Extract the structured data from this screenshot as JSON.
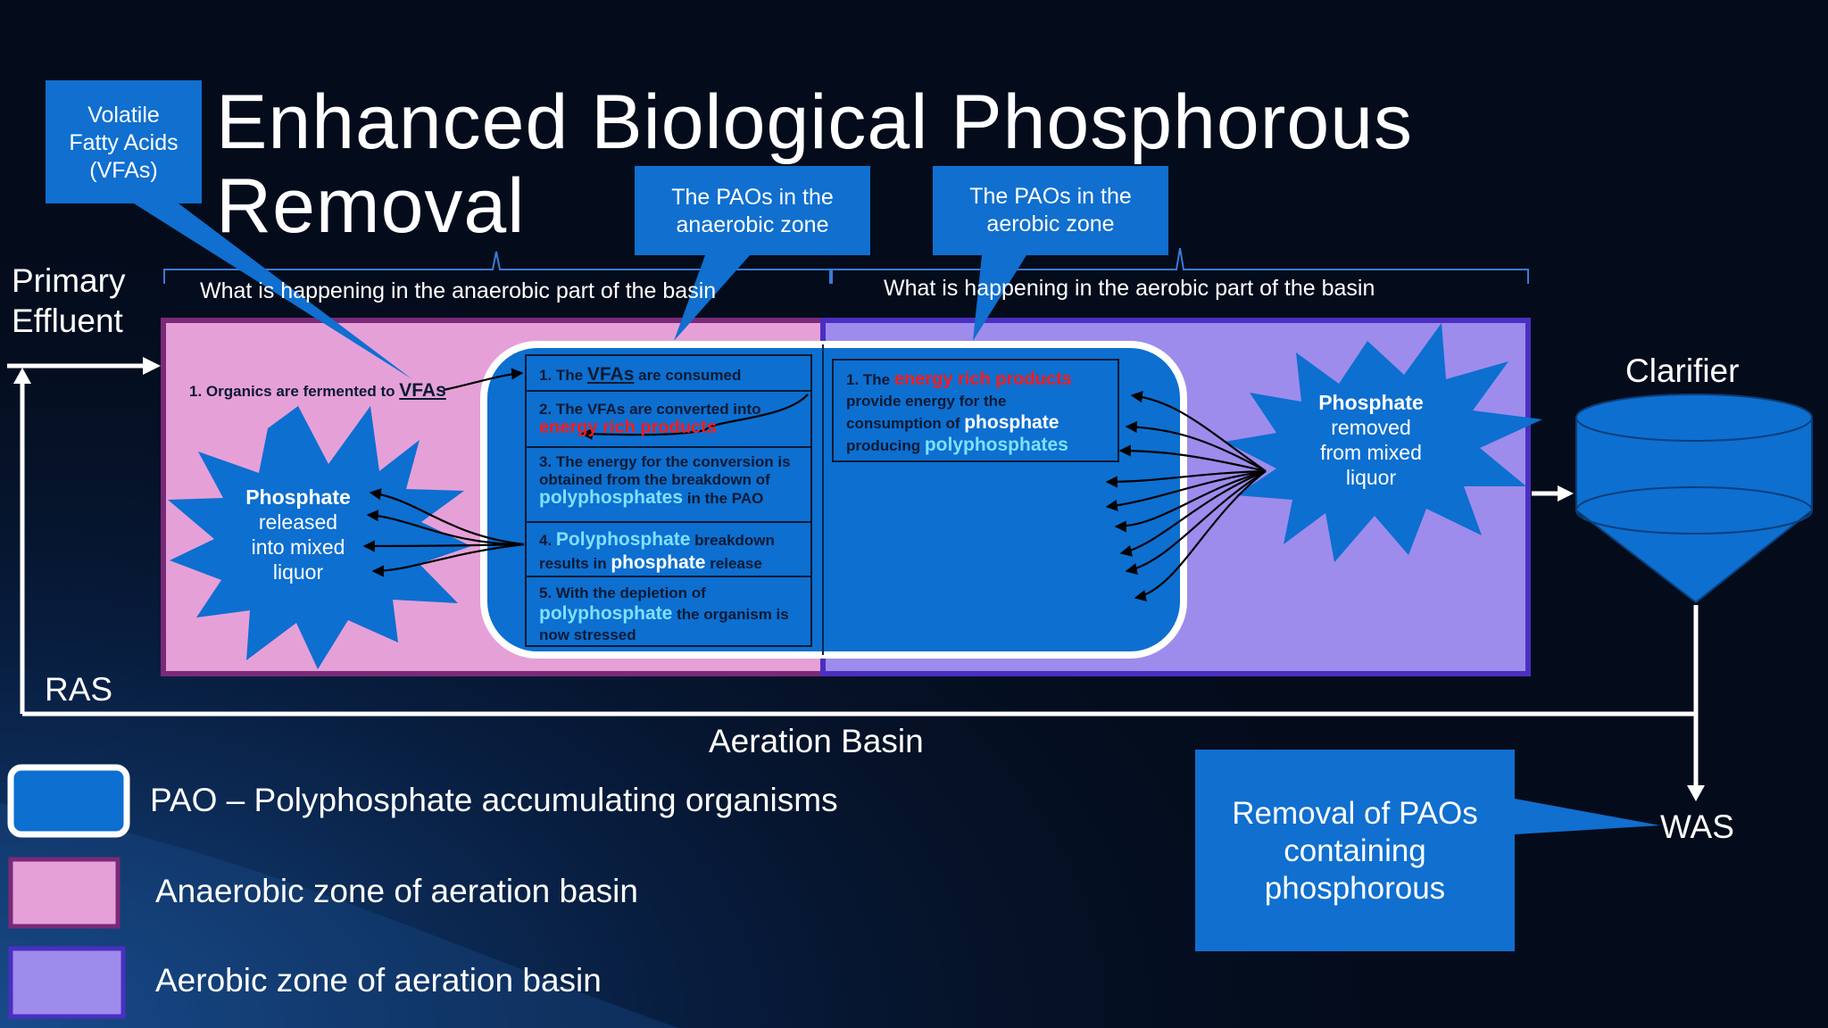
{
  "title": {
    "line1": "Enhanced Biological Phosphorous",
    "line2": "Removal"
  },
  "callouts": {
    "vfa": {
      "line1": "Volatile",
      "line2": "Fatty Acids",
      "line3": "(VFAs)"
    },
    "pao_anaerobic": {
      "line1": "The PAOs in the",
      "line2": "anaerobic zone"
    },
    "pao_aerobic": {
      "line1": "The PAOs in the",
      "line2": "aerobic zone"
    },
    "removal": {
      "line1": "Removal of PAOs",
      "line2": "containing",
      "line3": "phosphorous"
    }
  },
  "flow_labels": {
    "primary_effluent_1": "Primary",
    "primary_effluent_2": "Effluent",
    "clarifier": "Clarifier",
    "ras": "RAS",
    "was": "WAS",
    "aeration_basin": "Aeration Basin"
  },
  "brackets": {
    "anaerobic": "What is happening in the anaerobic part of the basin",
    "aerobic": "What is happening in the aerobic part of the basin"
  },
  "anaerobic_zone": {
    "organics_text": "1. Organics are fermented to ",
    "organics_vfas": "VFAs",
    "star": {
      "line1": "Phosphate",
      "line2": "released",
      "line3": "into mixed",
      "line4": "liquor"
    }
  },
  "steps": {
    "s1": {
      "a": "1.  The ",
      "b": "VFAs",
      "c": " are consumed"
    },
    "s2": {
      "a": "2.  The VFAs are converted into",
      "b": "energy rich products"
    },
    "s3": {
      "a": "3.  The energy for the conversion is",
      "b": "obtained from the breakdown of",
      "c": "polyphosphates",
      "d": " in the PAO"
    },
    "s4": {
      "a": "4.  ",
      "b": "Polyphosphate",
      "c": " breakdown",
      "d": "results in ",
      "e": "phosphate",
      "f": " release"
    },
    "s5": {
      "a": "5.  With the depletion of",
      "b": "polyphosphate",
      "c": " the organism is",
      "d": "now  stressed"
    }
  },
  "aerobic_zone": {
    "box": {
      "a": "1.  The ",
      "b": "energy rich products",
      "c": "provide energy for the",
      "d": "consumption of ",
      "e": "phosphate",
      "f": "producing ",
      "g": "polyphosphates"
    },
    "star": {
      "line1": "Phosphate",
      "line2": "removed",
      "line3": "from mixed",
      "line4": "liquor"
    }
  },
  "legend": {
    "pao": "PAO – Polyphosphate accumulating organisms",
    "anaerobic": "Anaerobic  zone of aeration basin",
    "aerobic": "Aerobic zone of aeration basin"
  },
  "colors": {
    "background": "#040c1c",
    "pao_blue": "#0d6fd0",
    "anaerobic_pink": "#e6a0d8",
    "anaerobic_border": "#7a2a78",
    "aerobic_purple": "#9d8cec",
    "aerobic_border": "#4a2fc0",
    "callout_blue": "#106fcf",
    "highlight_red": "#ff1a1a",
    "highlight_cyan": "#7fe0ff"
  }
}
